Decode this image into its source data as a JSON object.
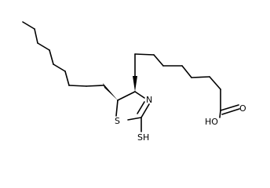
{
  "molecule": {
    "atom_labels": {
      "sulfur_ring": "S",
      "nitrogen": "N",
      "thiol": "SH",
      "carboxyl_o": "O",
      "carboxyl_oh": "HO"
    },
    "stereo": {
      "c4_substituent": "wedge",
      "c5_substituent": "wedge"
    },
    "colors": {
      "bond": "#000000",
      "text": "#000000",
      "background": "#ffffff"
    }
  }
}
